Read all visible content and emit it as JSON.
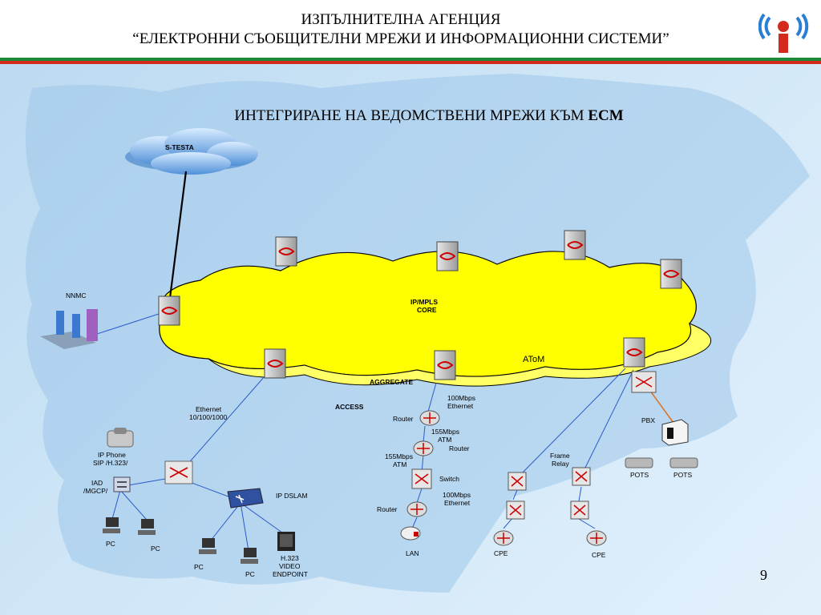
{
  "header": {
    "line1": "ИЗПЪЛНИТЕЛНА АГЕНЦИЯ",
    "line2": "“ЕЛЕКТРОННИ СЪОБЩИТЕЛНИ МРЕЖИ И ИНФОРМАЦИОННИ СИСТЕМИ”",
    "logo_icon": "signal-i-logo"
  },
  "colors": {
    "stripe_white": "#ffffff",
    "stripe_green": "#1d8a3a",
    "stripe_red": "#d42a1e",
    "core": "#ffff33",
    "accent_red": "#d42a1e"
  },
  "title": {
    "main": "ИНТЕГРИРАНЕ НА ВЕДОМСТВЕНИ МРЕЖИ КЪМ",
    "bold": "ЕСМ"
  },
  "labels": {
    "stesta": "S-TESTA",
    "nnmc": "NNMC",
    "core": "IP/MPLS",
    "core2": "CORE",
    "atom": "AToM",
    "aggregate": "AGGREGATE",
    "access": "ACCESS",
    "ethernet1": "Ethernet",
    "ethernet2": "10/100/1000",
    "mbps100a1": "100Mbps",
    "mbps100a2": "Ethernet",
    "router1": "Router",
    "mbps155a1": "155Mbps",
    "mbps155a2": "ATM",
    "router2": "Router",
    "mbps155b1": "155Mbps",
    "mbps155b2": "ATM",
    "switch": "Switch",
    "mbps100b1": "100Mbps",
    "mbps100b2": "Ethernet",
    "router3": "Router",
    "lan": "LAN",
    "ipphone1": "IP Phone",
    "ipphone2": "SIP /H.323/",
    "iad1": "IAD",
    "iad2": "/MGCP/",
    "ipdslam": "IP DSLAM",
    "pc1": "PC",
    "pc2": "PC",
    "pc3": "PC",
    "pc4": "PC",
    "h3231": "H.323",
    "h3232": "VIDEO",
    "h3233": "ENDPOINT",
    "pbx": "PBX",
    "pots1": "POTS",
    "pots2": "POTS",
    "frame1": "Frame",
    "frame2": "Relay",
    "cpe1": "CPE",
    "cpe2": "CPE"
  },
  "page_number": "9"
}
